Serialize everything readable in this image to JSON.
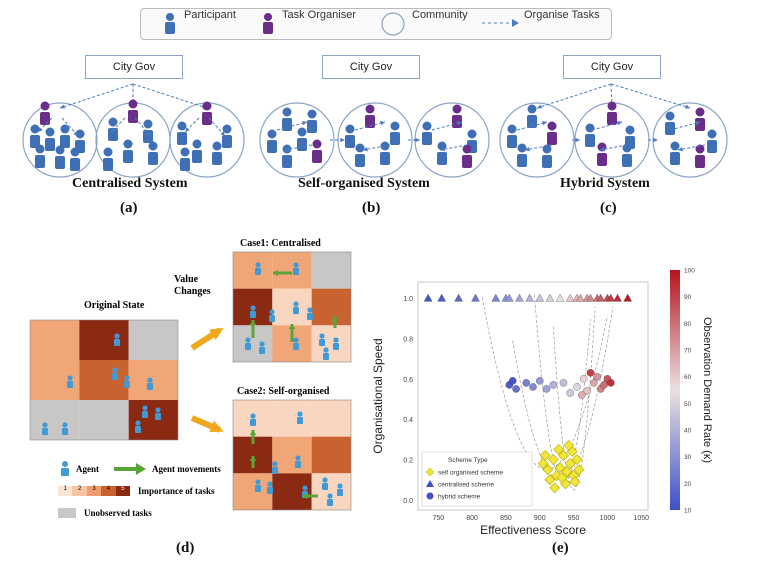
{
  "legend": {
    "participant": "Participant",
    "task_organiser": "Task Organiser",
    "community": "Community",
    "organise_tasks": "Organise Tasks"
  },
  "systems": [
    {
      "gov": "City Gov",
      "title": "Centralised System",
      "label": "(a)"
    },
    {
      "gov": "City Gov",
      "title": "Self-organised System",
      "label": "(b)"
    },
    {
      "gov": "City Gov",
      "title": "Hybrid System",
      "label": "(c)"
    }
  ],
  "panel_d": {
    "original_state": "Original State",
    "value_changes": "Value Changes",
    "case1": "Case1: Centralised",
    "case2": "Case2: Self-organised",
    "agent": "Agent",
    "agent_movements": "Agent movements",
    "importance": "Importance of tasks",
    "unobserved": "Unobserved tasks",
    "label": "(d)",
    "scale_numbers": [
      "1",
      "2",
      "3",
      "4",
      "5"
    ]
  },
  "colors": {
    "participant": "#3f6fb5",
    "organiser": "#6a2d8a",
    "dark": "#8b2a12",
    "mid": "#c8622e",
    "light": "#f1a678",
    "pale": "#f8d6bf",
    "grey": "#c9c6c6",
    "arrow_green": "#5aa53a",
    "arrow_orange": "#f0a81b"
  },
  "chart_data": {
    "type": "scatter",
    "title": "",
    "xlabel": "Effectiveness Score",
    "ylabel": "Organisational Speed",
    "colorbar_label": "Observation Demand Rate (κ)",
    "xlim": [
      720,
      1060
    ],
    "ylim": [
      -0.05,
      1.08
    ],
    "x_ticks": [
      "750",
      "800",
      "850",
      "900",
      "950",
      "1000",
      "1050"
    ],
    "y_ticks": [
      "0.0",
      "0.2",
      "0.4",
      "0.6",
      "0.8",
      "1.0"
    ],
    "cbar_ticks": [
      "10",
      "20",
      "30",
      "40",
      "50",
      "60",
      "70",
      "80",
      "90",
      "100"
    ],
    "legend_title": "Scheme Type",
    "legend_placement": "bottom-left",
    "series": [
      {
        "name": "self organised scheme",
        "marker": "diamond",
        "points": [
          [
            905,
            0.18
          ],
          [
            912,
            0.15
          ],
          [
            920,
            0.2
          ],
          [
            925,
            0.12
          ],
          [
            930,
            0.16
          ],
          [
            935,
            0.22
          ],
          [
            940,
            0.14
          ],
          [
            945,
            0.18
          ],
          [
            950,
            0.12
          ],
          [
            955,
            0.2
          ],
          [
            915,
            0.1
          ],
          [
            928,
            0.25
          ],
          [
            938,
            0.08
          ],
          [
            948,
            0.24
          ],
          [
            958,
            0.15
          ],
          [
            908,
            0.22
          ],
          [
            922,
            0.06
          ],
          [
            933,
            0.11
          ],
          [
            943,
            0.27
          ],
          [
            952,
            0.09
          ]
        ]
      },
      {
        "name": "centralised scheme",
        "marker": "triangle",
        "points": [
          [
            735,
            1.0
          ],
          [
            755,
            1.0
          ],
          [
            780,
            1.0
          ],
          [
            805,
            1.0
          ],
          [
            835,
            1.0
          ],
          [
            850,
            1.0
          ],
          [
            855,
            1.0
          ],
          [
            870,
            1.0
          ],
          [
            885,
            1.0
          ],
          [
            900,
            1.0
          ],
          [
            915,
            1.0
          ],
          [
            930,
            1.0
          ],
          [
            945,
            1.0
          ],
          [
            955,
            1.0
          ],
          [
            960,
            1.0
          ],
          [
            970,
            1.0
          ],
          [
            975,
            1.0
          ],
          [
            985,
            1.0
          ],
          [
            990,
            1.0
          ],
          [
            1000,
            1.0
          ],
          [
            1005,
            1.0
          ],
          [
            1015,
            1.0
          ],
          [
            1030,
            1.0
          ]
        ],
        "kappa": [
          12,
          14,
          18,
          22,
          26,
          30,
          33,
          36,
          40,
          45,
          50,
          55,
          60,
          65,
          68,
          72,
          75,
          80,
          84,
          88,
          91,
          95,
          99
        ]
      },
      {
        "name": "hybrid scheme",
        "marker": "circle",
        "points": [
          [
            855,
            0.57
          ],
          [
            860,
            0.59
          ],
          [
            865,
            0.55
          ],
          [
            880,
            0.58
          ],
          [
            890,
            0.56
          ],
          [
            900,
            0.59
          ],
          [
            910,
            0.55
          ],
          [
            920,
            0.57
          ],
          [
            935,
            0.58
          ],
          [
            945,
            0.53
          ],
          [
            955,
            0.56
          ],
          [
            965,
            0.6
          ],
          [
            970,
            0.54
          ],
          [
            980,
            0.58
          ],
          [
            985,
            0.61
          ],
          [
            990,
            0.55
          ],
          [
            995,
            0.57
          ],
          [
            1000,
            0.6
          ],
          [
            975,
            0.63
          ],
          [
            962,
            0.52
          ],
          [
            1005,
            0.58
          ]
        ],
        "kappa": [
          14,
          12,
          20,
          25,
          28,
          32,
          36,
          40,
          44,
          48,
          52,
          58,
          62,
          68,
          72,
          76,
          80,
          86,
          90,
          66,
          94
        ]
      }
    ],
    "trend_curves": "dashed parabolas"
  },
  "panel_e_label": "(e)"
}
